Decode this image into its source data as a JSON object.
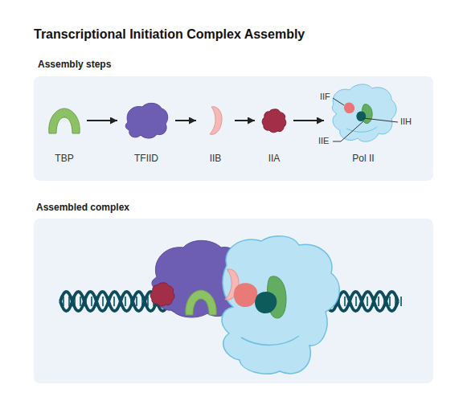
{
  "diagram": {
    "title": "Transcriptional Initiation Complex Assembly",
    "nodes": [
      {
        "text": [
          "Assembly steps"
        ]
      },
      {
        "text": [
          "TBP"
        ],
        "in": 0
      },
      {
        "text": [
          "TFIID"
        ],
        "in": 0
      },
      {
        "text": [
          "IIB"
        ],
        "in": 0
      },
      {
        "text": [
          "IIA"
        ],
        "in": 0
      },
      {
        "text": [
          "Pol II"
        ],
        "in": 0
      },
      {
        "text": [
          "Assembled complex"
        ]
      }
    ],
    "edges": [
      {
        "from": 1,
        "to": 2,
        "arrow": "to"
      },
      {
        "from": 2,
        "to": 3,
        "arrow": "to"
      },
      {
        "from": 3,
        "to": 4,
        "arrow": "to"
      },
      {
        "from": 4,
        "to": 5,
        "arrow": "to"
      }
    ],
    "labels": [
      "IIF",
      "IIE",
      "IIH"
    ]
  }
}
